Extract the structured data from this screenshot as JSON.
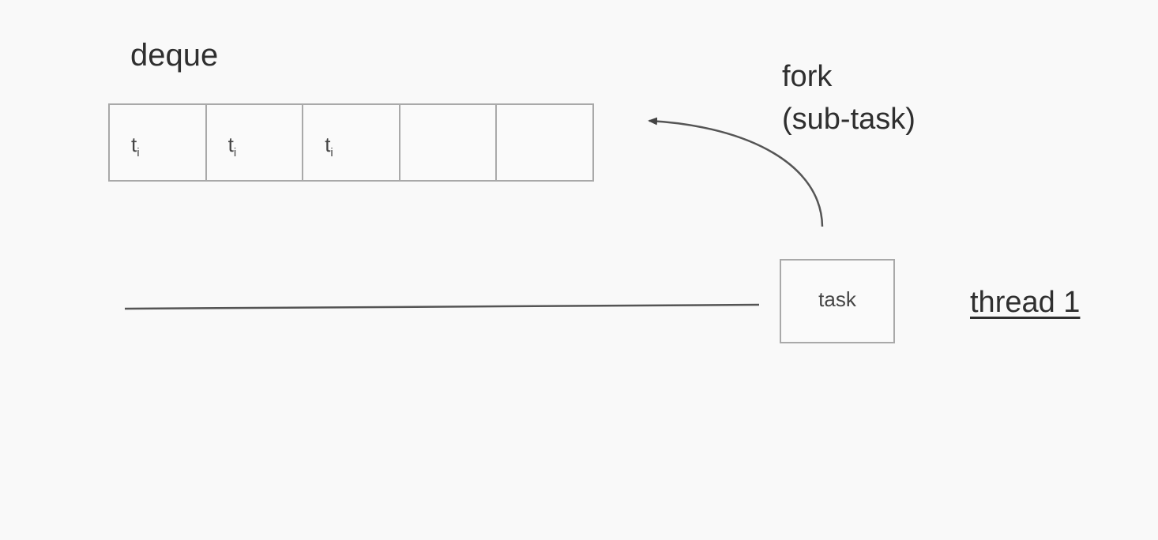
{
  "deque": {
    "title": "deque",
    "cells": [
      {
        "main": "t",
        "sub": "i"
      },
      {
        "main": "t",
        "sub": "i"
      },
      {
        "main": "t",
        "sub": "i"
      },
      {
        "main": "",
        "sub": ""
      },
      {
        "main": "",
        "sub": ""
      }
    ]
  },
  "fork": {
    "line1": "fork",
    "line2": "(sub-task)"
  },
  "task": {
    "label": "task"
  },
  "thread": {
    "label": "thread 1"
  },
  "colors": {
    "background": "#f9f9f9",
    "border": "#a9a9a9",
    "line": "#555555",
    "text": "#2f2f2f"
  }
}
